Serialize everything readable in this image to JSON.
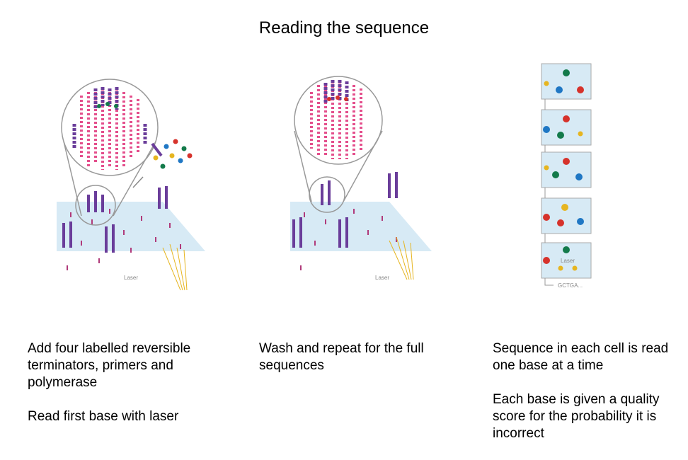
{
  "title": "Reading the sequence",
  "panels": [
    {
      "label": "Laser"
    },
    {
      "label": "Laser"
    },
    {
      "label": "Laser",
      "output": "GCTGA..."
    }
  ],
  "captions": [
    {
      "lines": [
        "Add four labelled reversible terminators, primers and polymerase",
        "Read first base with laser"
      ]
    },
    {
      "lines": [
        "Wash and repeat for the full sequences"
      ]
    },
    {
      "lines": [
        "Sequence in each cell is read one base at a time",
        "Each base is given a quality score for the probability it is incorrect"
      ]
    }
  ],
  "colors": {
    "blue": "#1f77c4",
    "green": "#137a4a",
    "red": "#d6322b",
    "yellow": "#e6b520",
    "purple": "#6a3d9a",
    "pink": "#e44f8c",
    "slide": "#cfe6f3"
  }
}
